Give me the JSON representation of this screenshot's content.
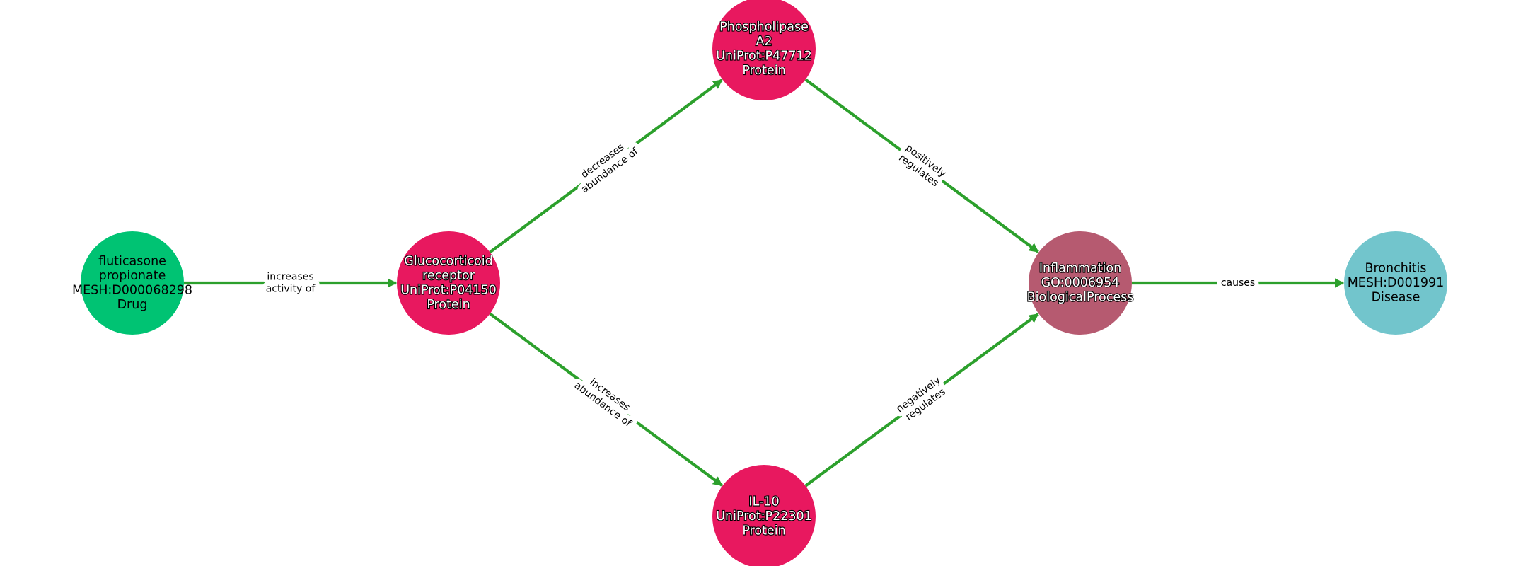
{
  "colors": {
    "edge": "#2ca02c",
    "drug": "#00c373",
    "protein": "#e8185f",
    "biological_process": "#b65a70",
    "disease": "#72c5cc"
  },
  "nodes": [
    {
      "id": "fluticasone",
      "lines": [
        "fluticasone",
        "propionate",
        "MESH:D000068298",
        "Drug"
      ],
      "type": "drug",
      "text": "dark"
    },
    {
      "id": "gr",
      "lines": [
        "Glucocorticoid",
        "receptor",
        "UniProt:P04150",
        "Protein"
      ],
      "type": "protein",
      "text": "light"
    },
    {
      "id": "pla2",
      "lines": [
        "Phospholipase",
        "A2",
        "UniProt:P47712",
        "Protein"
      ],
      "type": "protein",
      "text": "light"
    },
    {
      "id": "il10",
      "lines": [
        "IL-10",
        "UniProt:P22301",
        "Protein"
      ],
      "type": "protein",
      "text": "light"
    },
    {
      "id": "inflammation",
      "lines": [
        "Inflammation",
        "GO:0006954",
        "BiologicalProcess"
      ],
      "type": "biological_process",
      "text": "light"
    },
    {
      "id": "bronchitis",
      "lines": [
        "Bronchitis",
        "MESH:D001991",
        "Disease"
      ],
      "type": "disease",
      "text": "dark"
    }
  ],
  "edges": [
    {
      "source": "fluticasone",
      "target": "gr",
      "lines": [
        "increases",
        "activity of"
      ]
    },
    {
      "source": "gr",
      "target": "pla2",
      "lines": [
        "decreases",
        "abundance of"
      ]
    },
    {
      "source": "gr",
      "target": "il10",
      "lines": [
        "increases",
        "abundance of"
      ]
    },
    {
      "source": "pla2",
      "target": "inflammation",
      "lines": [
        "positively",
        "regulates"
      ]
    },
    {
      "source": "il10",
      "target": "inflammation",
      "lines": [
        "negatively",
        "regulates"
      ]
    },
    {
      "source": "inflammation",
      "target": "bronchitis",
      "lines": [
        "causes"
      ]
    }
  ]
}
